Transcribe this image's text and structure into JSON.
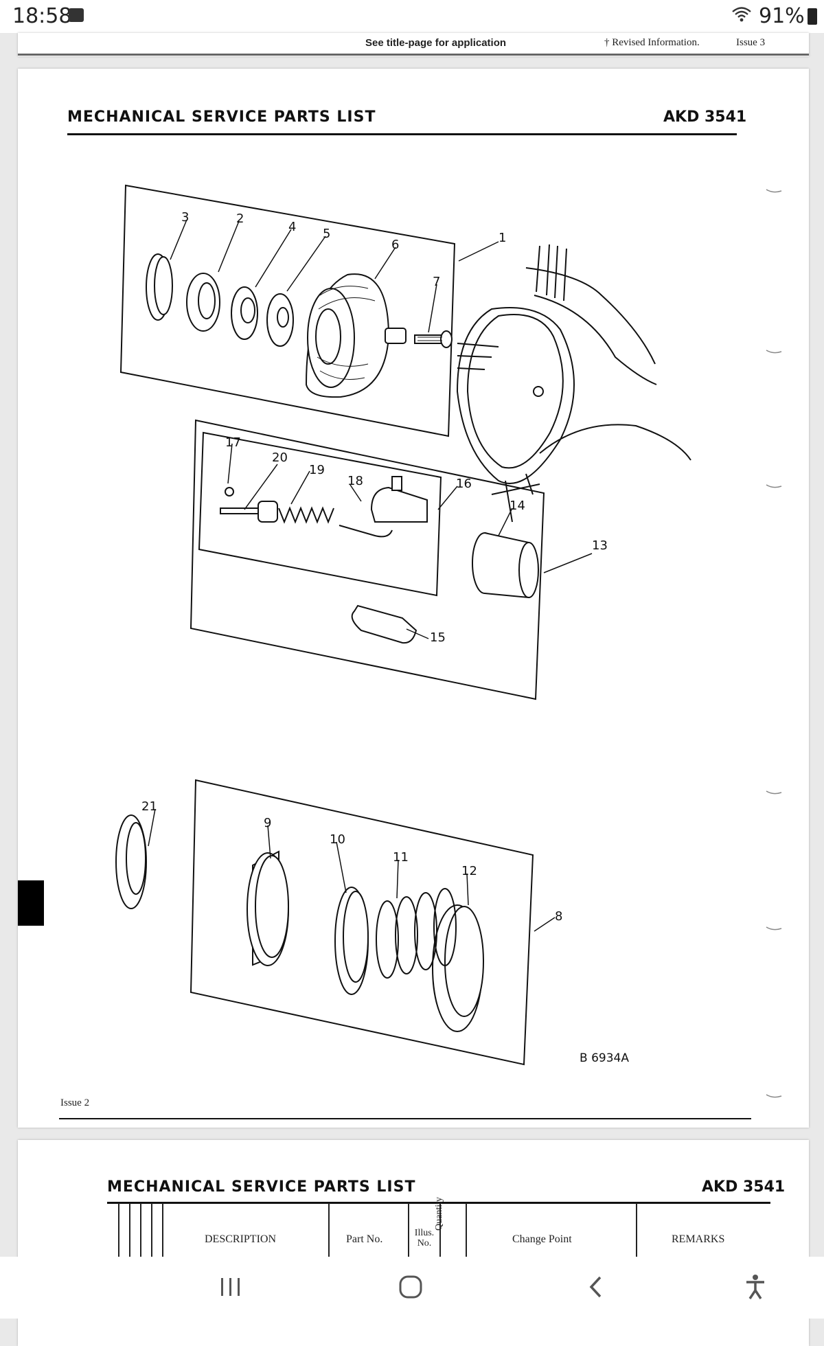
{
  "status_bar": {
    "time": "18:58",
    "battery": "91%",
    "icons": [
      "gallery-icon",
      "wifi-icon",
      "battery-icon"
    ]
  },
  "top_page": {
    "center_note": "See title-page for application",
    "revised_note": "† Revised Information.",
    "issue": "Issue 3"
  },
  "main_page": {
    "title": "MECHANICAL SERVICE PARTS LIST",
    "code": "AKD 3541",
    "figure_ref": "B 6934A",
    "footer_issue": "Issue 2",
    "callouts": [
      "1",
      "2",
      "3",
      "4",
      "5",
      "6",
      "7",
      "8",
      "9",
      "10",
      "11",
      "12",
      "13",
      "14",
      "15",
      "16",
      "17",
      "18",
      "19",
      "20",
      "21"
    ]
  },
  "next_page": {
    "title": "MECHANICAL SERVICE PARTS LIST",
    "code": "AKD 3541",
    "columns": {
      "description": "DESCRIPTION",
      "part_no": "Part No.",
      "illus_no": "Illus. No.",
      "quantity": "Quantity",
      "change_point": "Change Point",
      "remarks": "REMARKS"
    }
  },
  "nav_bar": {
    "recents": "recents-icon",
    "home": "home-icon",
    "back": "back-icon",
    "accessibility": "accessibility-icon"
  }
}
